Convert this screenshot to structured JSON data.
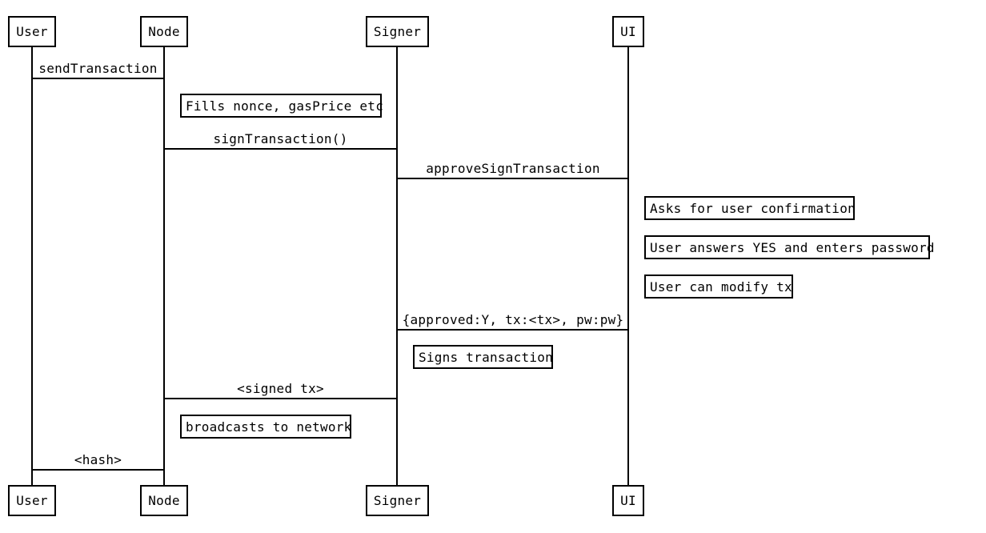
{
  "diagram": {
    "type": "sequence-diagram",
    "colors": {
      "background": "#ffffff",
      "stroke": "#000000",
      "text": "#000000"
    },
    "actors": [
      {
        "name": "User"
      },
      {
        "name": "Node"
      },
      {
        "name": "Signer"
      },
      {
        "name": "UI"
      }
    ],
    "messages": [
      {
        "from": "User",
        "to": "Node",
        "label": "sendTransaction"
      },
      {
        "from": "Node",
        "to": "Signer",
        "label": "signTransaction()"
      },
      {
        "from": "Signer",
        "to": "UI",
        "label": "approveSignTransaction"
      },
      {
        "from": "UI",
        "to": "Signer",
        "label": "{approved:Y, tx:<tx>, pw:pw}"
      },
      {
        "from": "Signer",
        "to": "Node",
        "label": "<signed tx>"
      },
      {
        "from": "Node",
        "to": "User",
        "label": "<hash>"
      }
    ],
    "notes": [
      {
        "actor": "Node",
        "label": "Fills nonce, gasPrice etc"
      },
      {
        "actor": "UI",
        "label": "Asks for user confirmation"
      },
      {
        "actor": "UI",
        "label": "User answers YES and enters password"
      },
      {
        "actor": "UI",
        "label": "User can modify tx"
      },
      {
        "actor": "Signer",
        "label": "Signs transaction"
      },
      {
        "actor": "Node",
        "label": "broadcasts to network"
      }
    ]
  }
}
